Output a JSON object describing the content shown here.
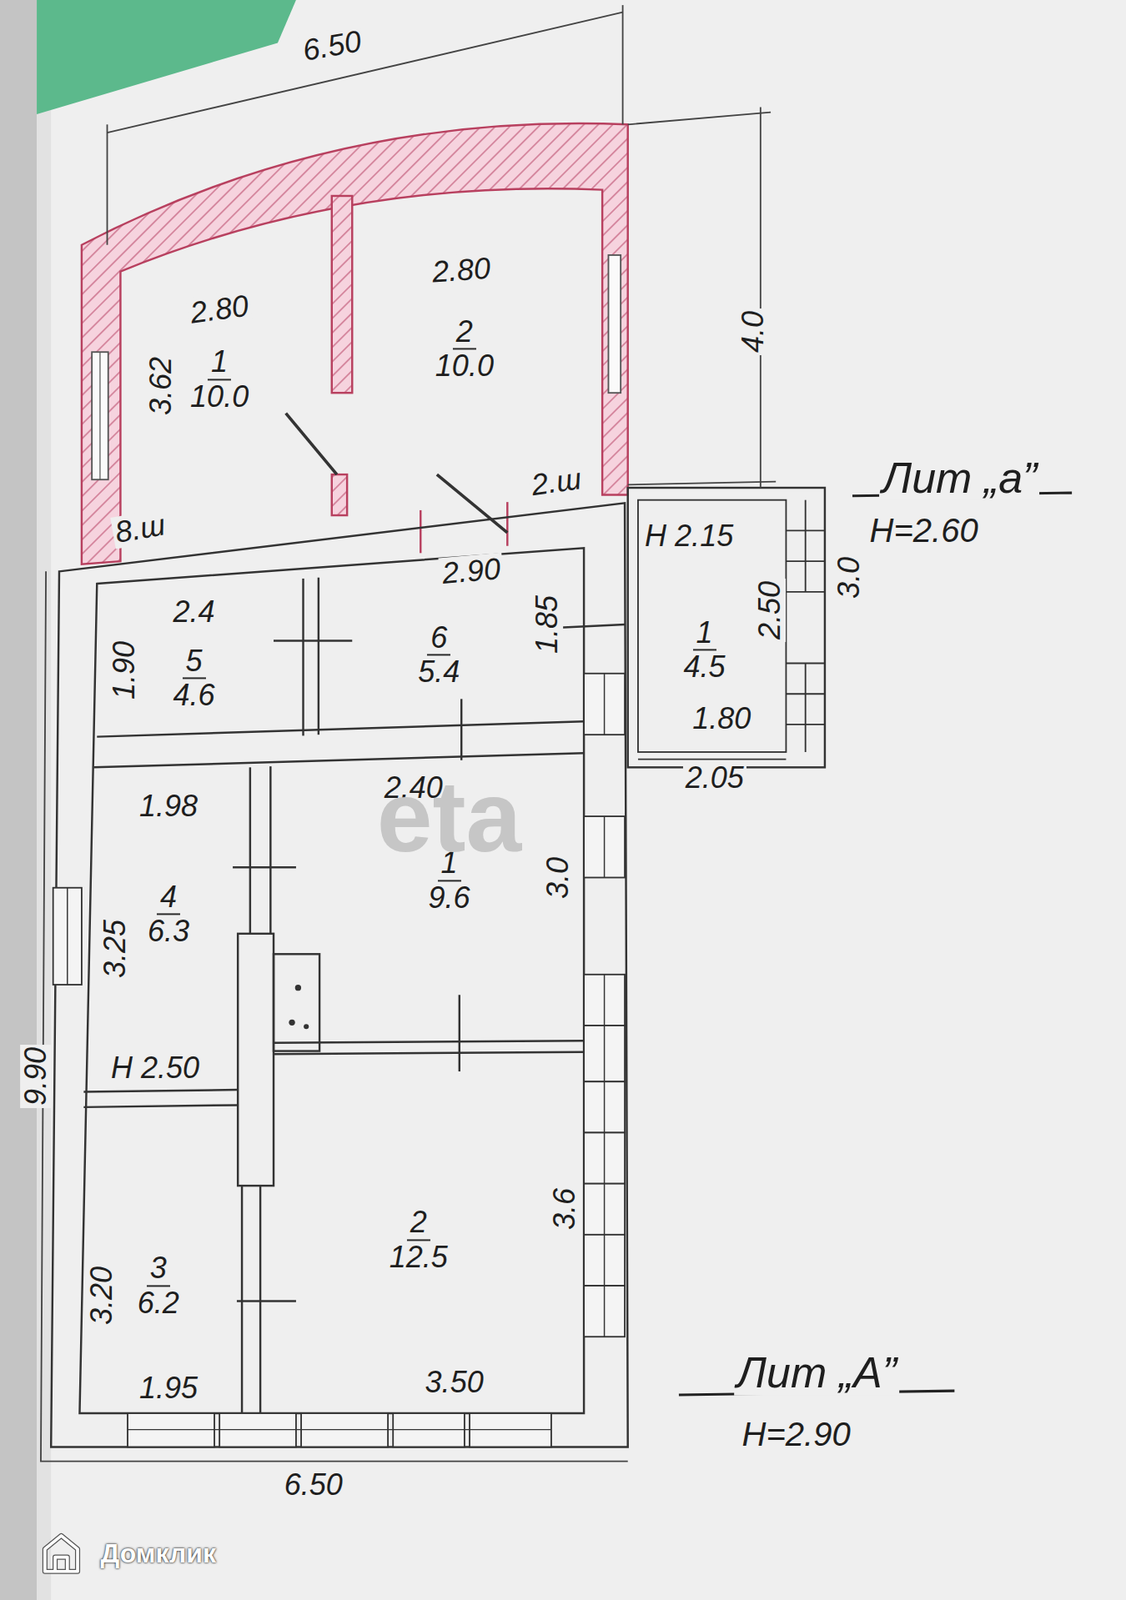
{
  "diagram": {
    "nodes": [
      {
        "text": [
          "1",
          "10.0"
        ]
      },
      {
        "text": [
          "2",
          "10.0"
        ]
      },
      {
        "text": [
          "1",
          "4.5"
        ]
      },
      {
        "text": [
          "5",
          "4.6"
        ]
      },
      {
        "text": [
          "6",
          "5.4"
        ]
      },
      {
        "text": [
          "4",
          "6.3"
        ]
      },
      {
        "text": [
          "1",
          "9.6"
        ]
      },
      {
        "text": [
          "3",
          "6.2"
        ]
      },
      {
        "text": [
          "2",
          "12.5"
        ]
      }
    ],
    "labels": [
      "6.50",
      "2.80",
      "2.80",
      "3.62",
      "4.0",
      "Лит „а”",
      "Н=2.60",
      "8.ш",
      "2.ш",
      "Н 2.15",
      "2.50",
      "3.0",
      "1.80",
      "2.05",
      "2.90",
      "1.85",
      "2.4",
      "1.90",
      "1.98",
      "2.40",
      "3.25",
      "3.0",
      "Н 2.50",
      "9.90",
      "3.20",
      "3.6",
      "1.95",
      "3.50",
      "6.50",
      "Лит „А”",
      "Н=2.90",
      "eta",
      "Домклик"
    ]
  }
}
